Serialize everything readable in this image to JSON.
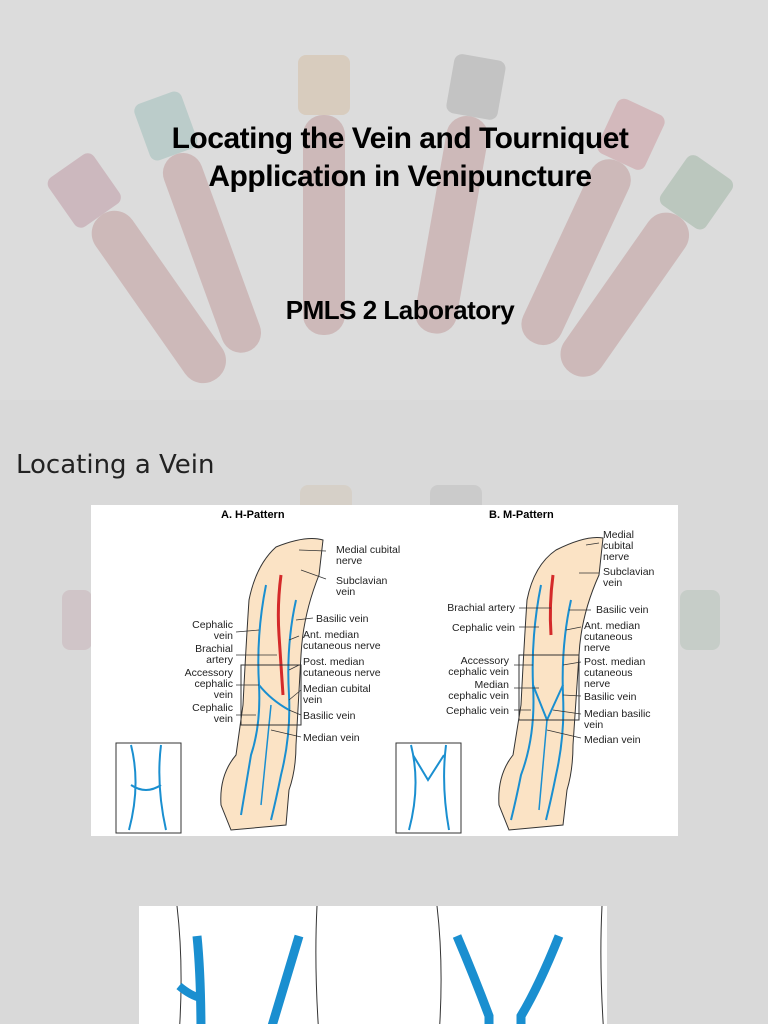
{
  "slide1": {
    "title_line1": "Locating the Vein and Tourniquet",
    "title_line2": "Application in Venipuncture",
    "subtitle": "PMLS 2 Laboratory"
  },
  "slide2": {
    "heading": "Locating a Vein",
    "panel_a": {
      "title": "A. H-Pattern",
      "labels_right": [
        "Medial cubital",
        "nerve",
        "Subclavian",
        "vein",
        "Basilic vein",
        "Ant. median",
        "cutaneous nerve",
        "Post. median",
        "cutaneous nerve",
        "Median cubital",
        "vein",
        "Basilic vein",
        "Median vein"
      ],
      "labels_left": [
        "Cephalic",
        "vein",
        "Brachial",
        "artery",
        "Accessory",
        "cephalic",
        "vein",
        "Cephalic",
        "vein"
      ]
    },
    "panel_b": {
      "title": "B. M-Pattern",
      "labels_right": [
        "Medial",
        "cubital",
        "nerve",
        "Subclavian",
        "vein",
        "Basilic vein",
        "Ant. median",
        "cutaneous",
        "nerve",
        "Post. median",
        "cutaneous",
        "nerve",
        "Basilic vein",
        "Median basilic",
        "vein",
        "Median vein"
      ],
      "labels_left": [
        "Brachial artery",
        "Cephalic vein",
        "Accessory",
        "cephalic vein",
        "Median",
        "cephalic vein",
        "Cephalic vein"
      ]
    }
  },
  "colors": {
    "vein": "#1a8fd0",
    "artery": "#d42a2a",
    "skin": "#fbe3c5",
    "skin_outline": "#333333"
  }
}
